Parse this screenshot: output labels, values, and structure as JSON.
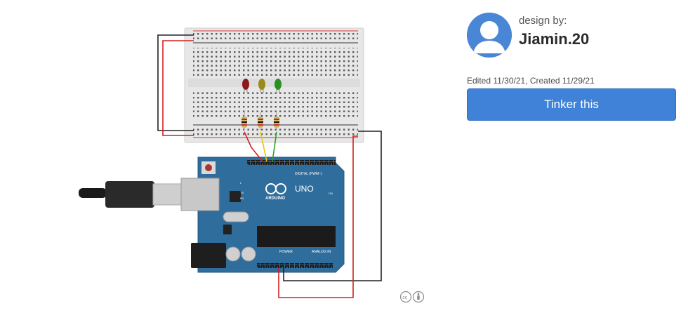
{
  "designer": {
    "design_by_label": "design by:",
    "name": "Jiamin.20",
    "avatar_icon": "user-avatar-icon"
  },
  "project": {
    "dates": "Edited 11/30/21, Created 11/29/21"
  },
  "actions": {
    "tinker_label": "Tinker this"
  },
  "board": {
    "logo_text": "ARDUINO",
    "model": "UNO",
    "digital_label": "DIGITAL (PWM~)",
    "power_label": "POWER",
    "analog_label": "ANALOG IN",
    "on_label": "ON",
    "l_label": "L",
    "tx_label": "TX",
    "rx_label": "RX"
  },
  "circuit": {
    "leds": [
      "red",
      "yellow",
      "green"
    ],
    "wire_colors": {
      "red": "#d22020",
      "yellow": "#e8c800",
      "green": "#2ca02c",
      "black": "#222222"
    }
  },
  "license": {
    "icons": [
      "creative-commons-icon",
      "attribution-icon"
    ]
  },
  "colors": {
    "accent": "#3f82d8",
    "board": "#2f6d9c"
  }
}
